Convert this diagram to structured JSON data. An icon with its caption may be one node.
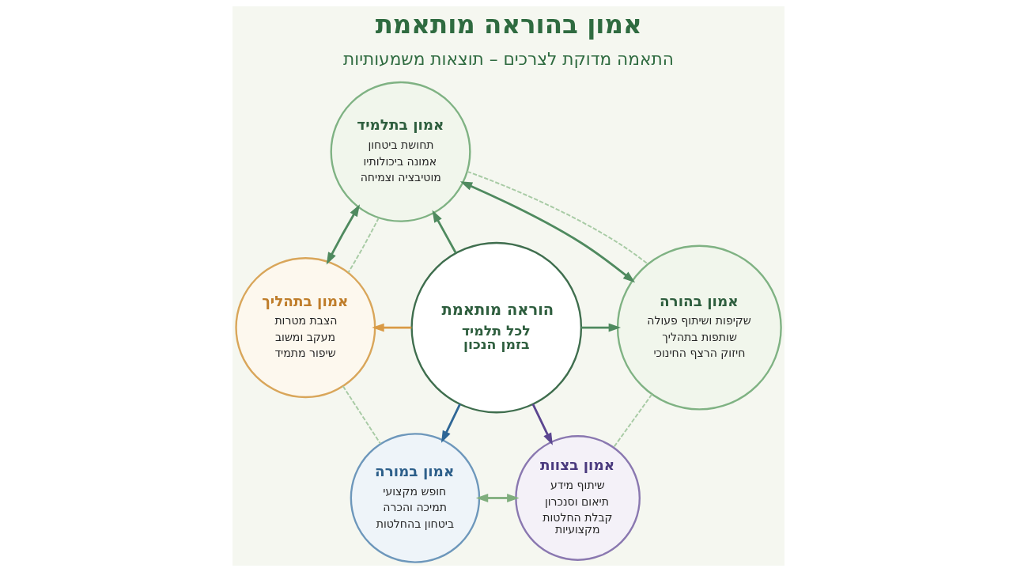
{
  "diagram": {
    "title": "אמון בהוראה מותאמת",
    "nodes": [
      {
        "text": [
          "אמון בתלמיד",
          "תחושת ביטחון",
          "אמונה ביכולותיו",
          "מוטיבציה וצמיחה"
        ]
      },
      {
        "text": [
          "אמון בהורה",
          "שקיפות ושיתוף פעולה",
          "שותפות בתהליך",
          "חיזוק הרצף החינוכי"
        ]
      },
      {
        "text": [
          "הוראה מותאמת",
          "לכל תלמיד בזמן הנכון"
        ]
      },
      {
        "text": [
          "אמון בתהליך",
          "הצבת מטרות",
          "מעקב ומשוב",
          "שיפור מתמיד"
        ]
      },
      {
        "text": [
          "אמון בצוות",
          "שיתוף מידע",
          "תיאום וסנכרון",
          "קבלת החלטות מקצועיות"
        ]
      },
      {
        "text": [
          "אמון במורה",
          "חופש מקצועי",
          "תמיכה והכרה",
          "ביטחון בהחלטות"
        ]
      }
    ],
    "edges": [
      {
        "from": 2,
        "to": 0,
        "arrow": "to"
      },
      {
        "from": 2,
        "to": 1,
        "arrow": "to"
      },
      {
        "from": 2,
        "to": 3,
        "arrow": "to",
        "color": "#d99a45"
      },
      {
        "from": 2,
        "to": 4,
        "arrow": "to",
        "color": "#5b4690"
      },
      {
        "from": 2,
        "to": 5,
        "arrow": "to",
        "color": "#2f6796"
      },
      {
        "from": 0,
        "to": 3,
        "arrow": "both"
      },
      {
        "from": 0,
        "to": 1,
        "arrow": "both"
      },
      {
        "from": 5,
        "to": 4,
        "arrow": "both",
        "color": "#7fae7d"
      },
      {
        "from": 0,
        "to": 3,
        "arrow": "none",
        "style": "dashed",
        "color": "#a8cba5"
      },
      {
        "from": 0,
        "to": 1,
        "arrow": "none",
        "style": "dashed",
        "color": "#a8cba5"
      },
      {
        "from": 1,
        "to": 4,
        "arrow": "none",
        "style": "dashed",
        "color": "#a8cba5"
      },
      {
        "from": 3,
        "to": 5,
        "arrow": "none",
        "style": "dashed",
        "color": "#a8cba5"
      }
    ],
    "labels": [
      "התאמה מדוקת לצרכים – תוצאות משמעותיות"
    ]
  }
}
